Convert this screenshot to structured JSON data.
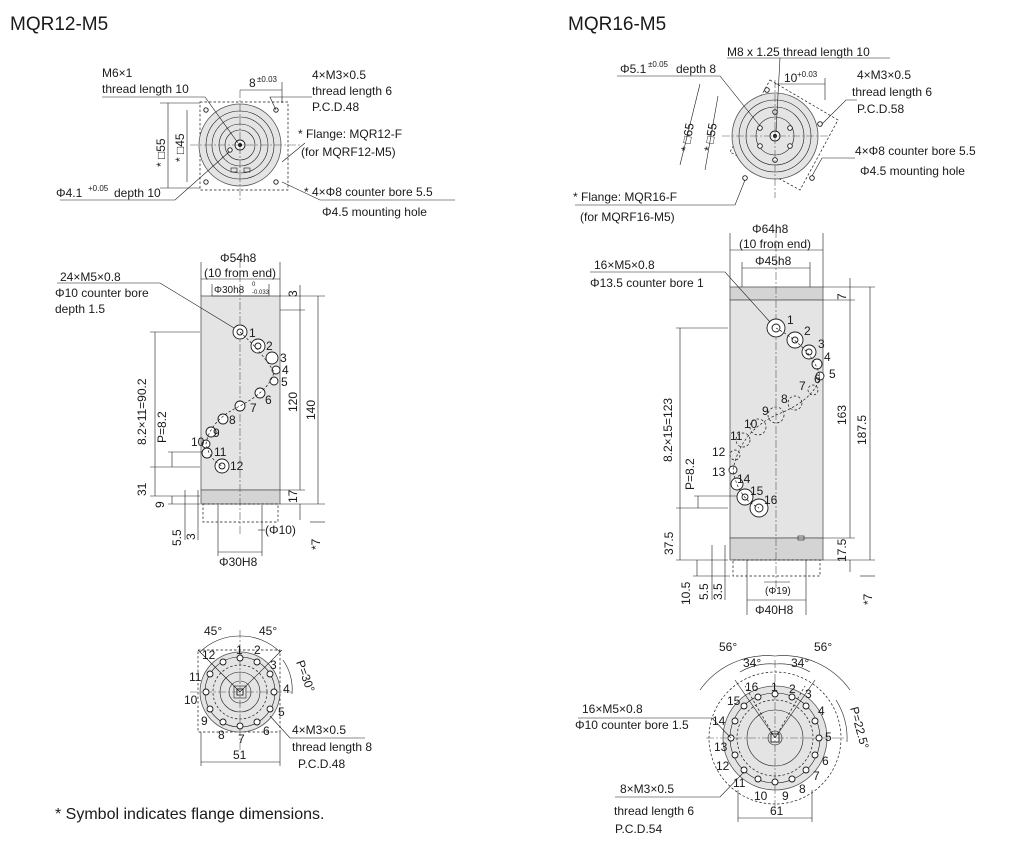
{
  "left": {
    "title": "MQR12-M5",
    "top_view": {
      "m6": "M6×1",
      "m6_len": "thread length 10",
      "dim8": "8",
      "dim8_tol": "±0.03",
      "m3": "4×M3×0.5",
      "m3_len": "thread length 6",
      "m3_pcd": "P.C.D.48",
      "sq55": "* □55",
      "sq45": "* □45",
      "flange1": "* Flange: MQR12-F",
      "flange2": "(for MQRF12-M5)",
      "phi41": "Φ4.1",
      "phi41_tol": "+0.05",
      "phi41_depth": "depth 10",
      "cbore": "* 4×Φ8 counter bore 5.5",
      "mount": "Φ4.5 mounting hole"
    },
    "side_view": {
      "phi54": "Φ54h8",
      "from_end": "(10 from end)",
      "phi30h8": "Φ30h8",
      "phi30h8_up": "0",
      "phi30h8_lo": "-0.033",
      "m5": "24×M5×0.8",
      "cbore": "Φ10 counter bore",
      "cbore_depth": "depth 1.5",
      "pitch_total": "8.2×11=90.2",
      "pitch": "P=8.2",
      "d3": "3",
      "d120": "120",
      "d140": "140",
      "d31": "31",
      "d17": "17",
      "d9": "9",
      "d5_5": "5.5",
      "d3b": "3",
      "phi10": "(Φ10)",
      "phi30H8": "Φ30H8",
      "d7": "*7",
      "ports": [
        "1",
        "2",
        "3",
        "4",
        "5",
        "6",
        "7",
        "8",
        "9",
        "10",
        "11",
        "12"
      ]
    },
    "bottom_view": {
      "a45l": "45°",
      "a45r": "45°",
      "p30": "P=30°",
      "m3": "4×M3×0.5",
      "m3_len": "thread length 8",
      "pcd": "P.C.D.48",
      "d51": "51",
      "ports": [
        "1",
        "2",
        "3",
        "4",
        "5",
        "6",
        "7",
        "8",
        "9",
        "10",
        "11",
        "12"
      ]
    },
    "footnote": "* Symbol indicates flange dimensions."
  },
  "right": {
    "title": "MQR16-M5",
    "top_view": {
      "m8": "M8 x 1.25 thread length 10",
      "phi51": "Φ5.1",
      "phi51_tol": "±0.05",
      "phi51_depth": "depth 8",
      "dim10": "10",
      "dim10_tol": "+0.03",
      "m3": "4×M3×0.5",
      "m3_len": "thread length 6",
      "m3_pcd": "P.C.D.58",
      "sq65": "* □65",
      "sq55": "* □55",
      "cbore": "4×Φ8 counter bore 5.5",
      "mount": "Φ4.5 mounting hole",
      "flange1": "* Flange: MQR16-F",
      "flange2": "(for MQRF16-M5)"
    },
    "side_view": {
      "phi64": "Φ64h8",
      "from_end": "(10 from end)",
      "phi45": "Φ45h8",
      "m5": "16×M5×0.8",
      "cbore": "Φ13.5 counter bore 1",
      "pitch_total": "8.2×15=123",
      "pitch": "P=8.2",
      "d7": "7",
      "d163": "163",
      "d187": "187.5",
      "d37": "37.5",
      "d17": "17.5",
      "d10_5": "10.5",
      "d5_5": "5.5",
      "d3_5": "3.5",
      "phi19": "(Φ19)",
      "phi40": "Φ40H8",
      "d7b": "*7",
      "ports": [
        "1",
        "2",
        "3",
        "4",
        "5",
        "6",
        "7",
        "8",
        "9",
        "10",
        "11",
        "12",
        "13",
        "14",
        "15",
        "16"
      ]
    },
    "bottom_view": {
      "a56l": "56°",
      "a56r": "56°",
      "a34l": "34°",
      "a34r": "34°",
      "p22": "P=22.5°",
      "m5": "16×M5×0.8",
      "cbore": "Φ10 counter bore 1.5",
      "m3": "8×M3×0.5",
      "m3_len": "thread length 6",
      "pcd": "P.C.D.54",
      "d61": "61",
      "ports": [
        "1",
        "2",
        "3",
        "4",
        "5",
        "6",
        "7",
        "8",
        "9",
        "10",
        "11",
        "12",
        "13",
        "14",
        "15",
        "16"
      ]
    }
  }
}
